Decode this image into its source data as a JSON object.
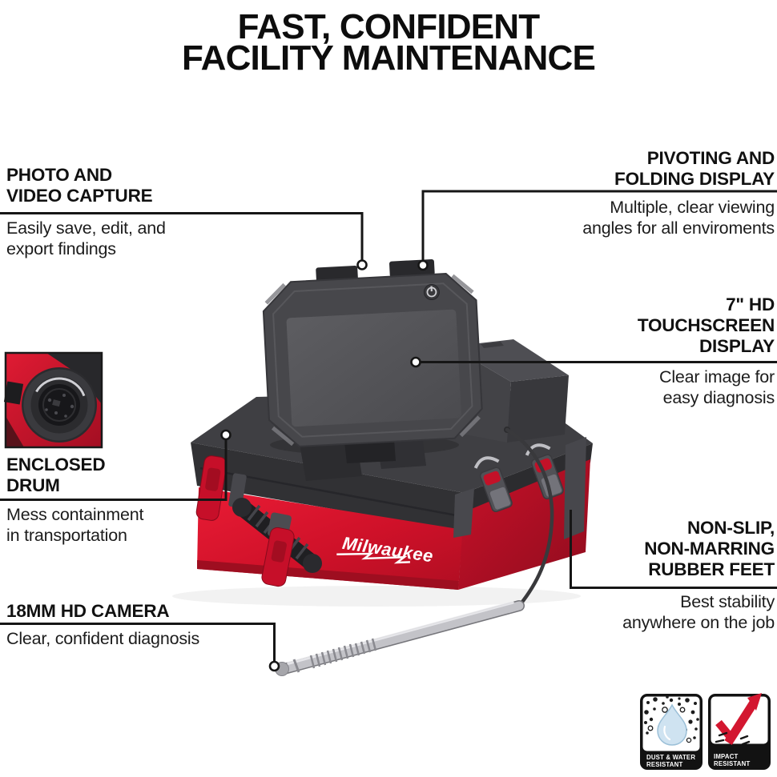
{
  "title": "FAST, CONFIDENT\nFACILITY MAINTENANCE",
  "callouts": {
    "photo_video": {
      "heading": "PHOTO AND\nVIDEO CAPTURE",
      "body": "Easily save, edit, and\nexport findings"
    },
    "pivoting_display": {
      "heading": "PIVOTING AND\nFOLDING DISPLAY",
      "body": "Multiple, clear viewing\nangles for all enviroments"
    },
    "touchscreen_display": {
      "heading": "7\" HD\nTOUCHSCREEN\nDISPLAY",
      "body": "Clear image for\neasy diagnosis"
    },
    "enclosed_drum": {
      "heading": "ENCLOSED\nDRUM",
      "body": "Mess containment\nin transportation"
    },
    "rubber_feet": {
      "heading": "NON-SLIP,\nNON-MARRING\nRUBBER FEET",
      "body": "Best stability\nanywhere on the job"
    },
    "hd_camera": {
      "heading": "18MM HD CAMERA",
      "body": "Clear, confident diagnosis"
    }
  },
  "product": {
    "brand_logo": "Milwaukee"
  },
  "badges": {
    "dust_water": {
      "line1": "DUST & WATER",
      "line2": "RESISTANT",
      "icon": "water-drop-icon"
    },
    "impact": {
      "line1": "IMPACT",
      "line2": "RESISTANT",
      "icon": "checkmark-icon"
    }
  },
  "colors": {
    "brand_red": "#D6112C",
    "case_dark": "#3F3F43",
    "line_black": "#1A1A1A",
    "drop_blue": "#CFE3F1"
  }
}
